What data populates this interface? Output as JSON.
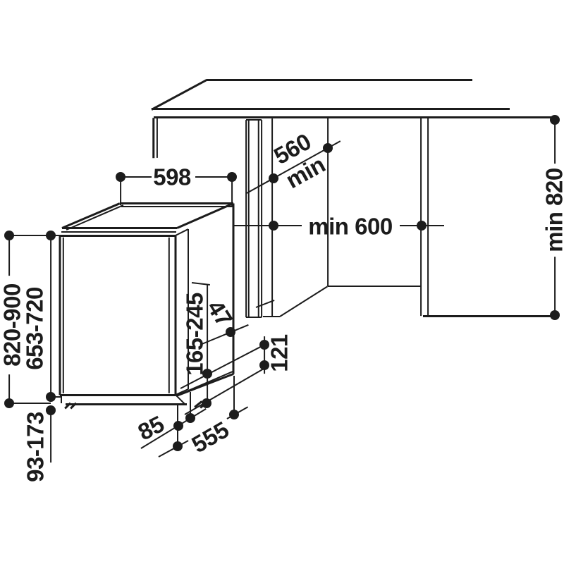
{
  "diagram": {
    "dimensions": {
      "top_width": "598",
      "niche_depth_value": "560",
      "niche_depth_qualifier": "min",
      "niche_width": "min 600",
      "adjacent_cabinet_height": "min 820",
      "overall_height_range": "820-900",
      "door_panel_height_range": "653-720",
      "plinth_height_range": "93-173",
      "connection_zone_height_range": "165-245",
      "rear_connection_offset": "121",
      "plinth_recess_depth": "47",
      "connection_distance_short": "85",
      "connection_distance_long": "555"
    }
  }
}
